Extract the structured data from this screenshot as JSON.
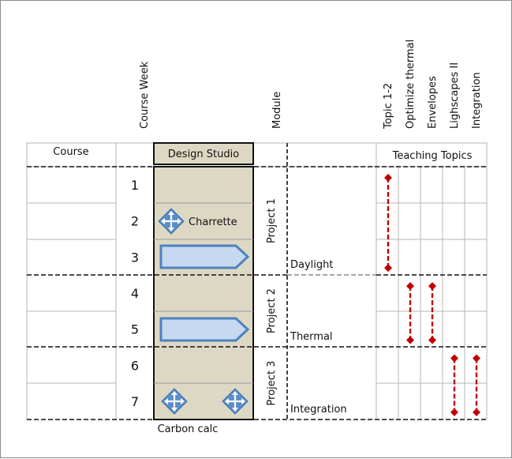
{
  "headers": {
    "course_week": "Course Week",
    "module": "Module",
    "course": "Course",
    "design_studio": "Design Studio",
    "teaching_topics": "Teaching Topics"
  },
  "topics": [
    "Topic 1-2",
    "Optimize thermal",
    "Envelopes",
    "Lighscapes II",
    "Integration"
  ],
  "weeks": [
    "1",
    "2",
    "3",
    "4",
    "5",
    "6",
    "7"
  ],
  "projects": [
    "Project 1",
    "Project 2",
    "Project 3"
  ],
  "module_labels": [
    "Daylight",
    "Thermal",
    "Integration"
  ],
  "studio": {
    "charrette_label": "Charrette",
    "carbon_calc_label": "Carbon calc"
  },
  "topic_spans": [
    {
      "topic": "Topic 1-2",
      "from_week": 1,
      "to_week": 3
    },
    {
      "topic": "Optimize thermal",
      "from_week": 4,
      "to_week": 5
    },
    {
      "topic": "Envelopes",
      "from_week": 4,
      "to_week": 5
    },
    {
      "topic": "Lighscapes II",
      "from_week": 6,
      "to_week": 7
    },
    {
      "topic": "Integration",
      "from_week": 6,
      "to_week": 7
    }
  ],
  "colors": {
    "studio_fill": "#ddd8c4",
    "arrow_fill": "#c6d9f1",
    "arrow_stroke": "#4f81bd",
    "span_color": "#c00000"
  }
}
